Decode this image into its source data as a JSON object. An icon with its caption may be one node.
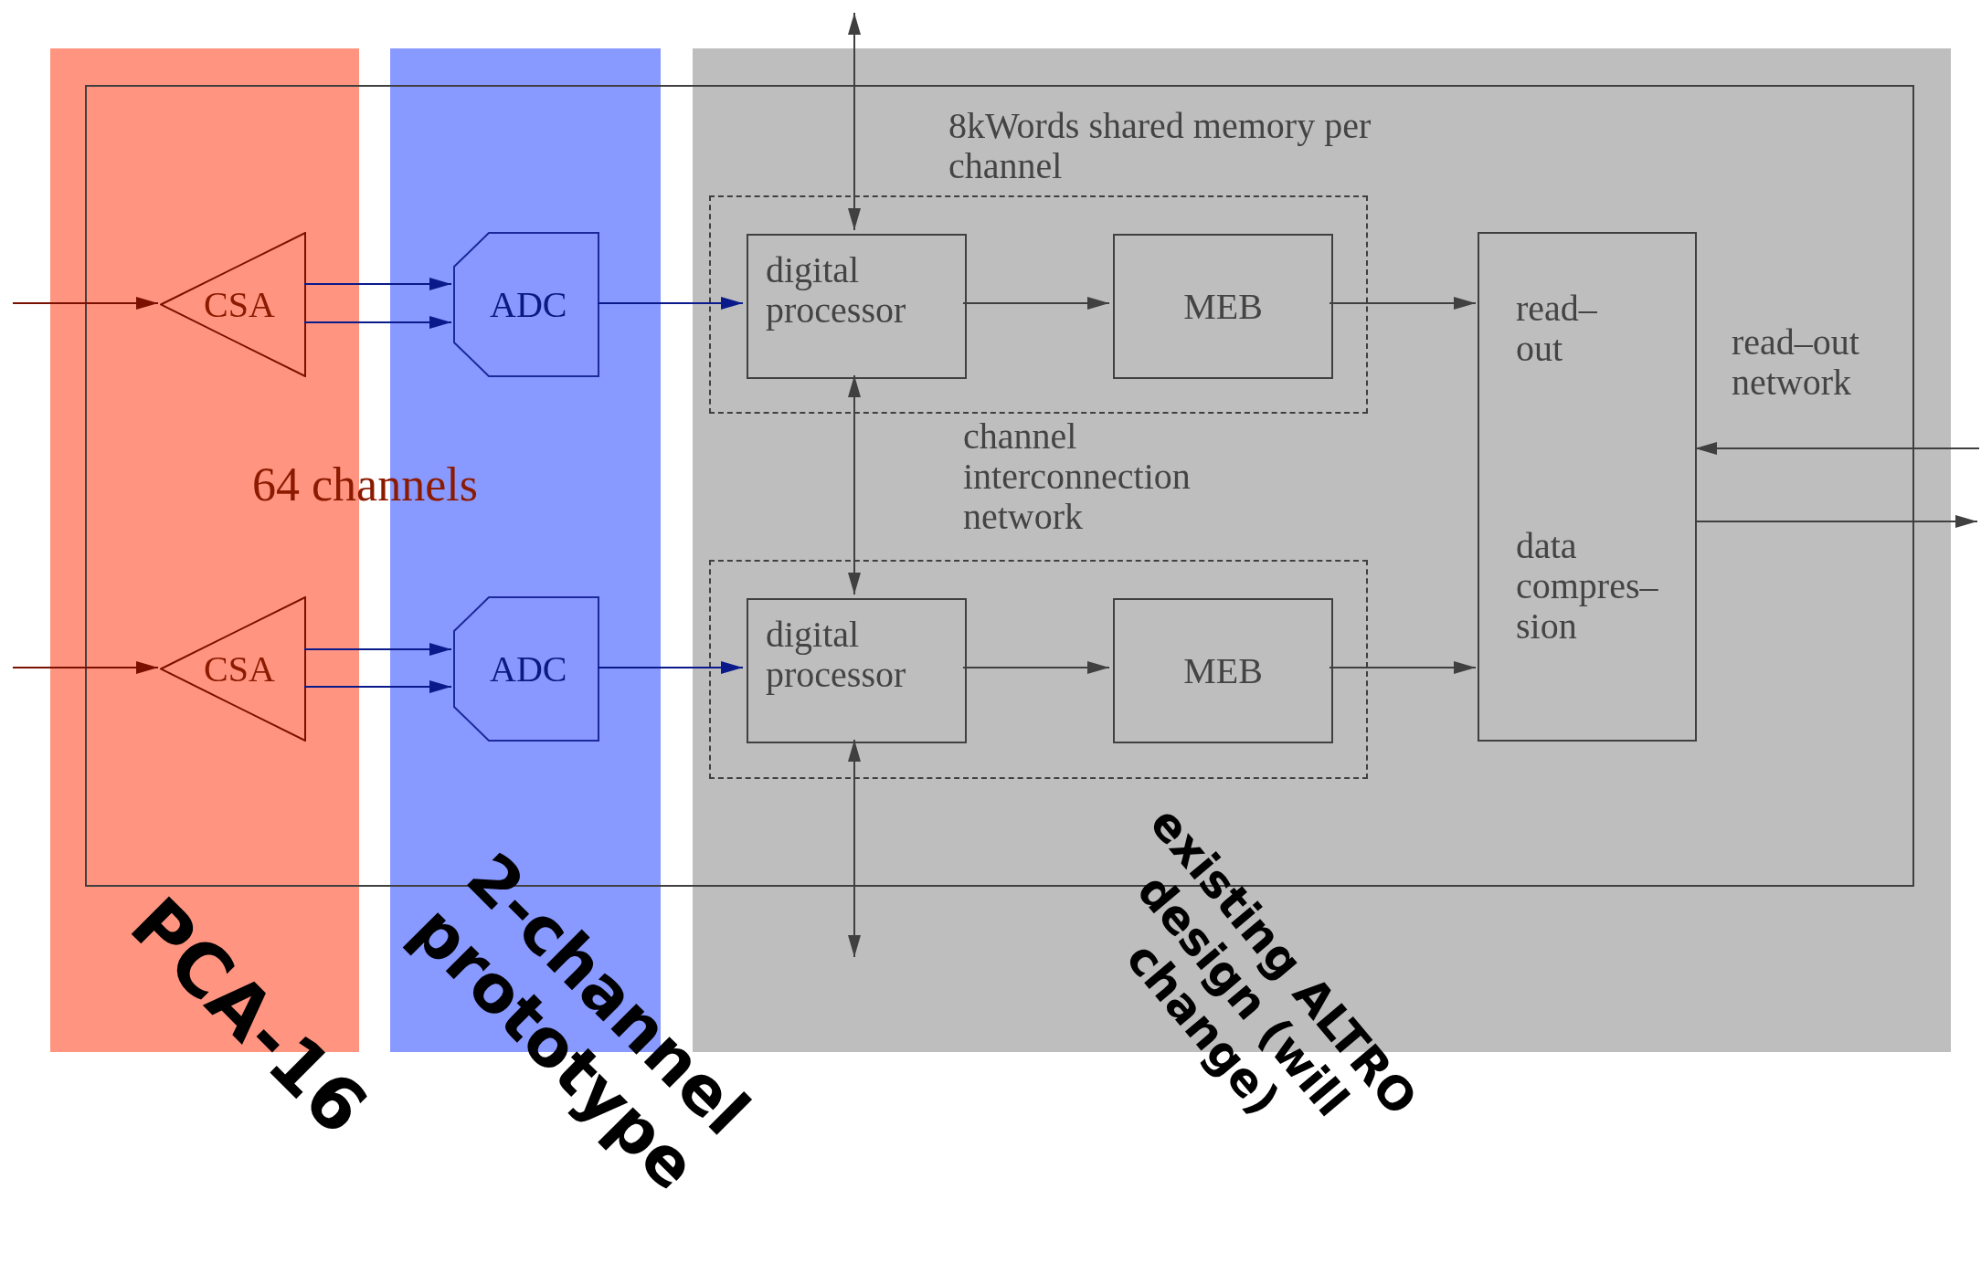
{
  "diagram": {
    "nodes": [
      {
        "text": [
          "64 channels"
        ]
      },
      {
        "text": [
          "CSA"
        ],
        "in": 0
      },
      {
        "text": [
          "ADC"
        ],
        "in": 0
      },
      {
        "text": [
          "8kWords shared memory per channel"
        ],
        "in": 0
      },
      {
        "text": [
          "digital processor"
        ],
        "in": 3
      },
      {
        "text": [
          "MEB"
        ],
        "in": 3
      },
      {
        "text": [
          "read– out",
          "data compres– sion"
        ],
        "in": 0
      },
      {
        "text": [
          "CSA"
        ],
        "in": 0
      },
      {
        "text": [
          "ADC"
        ],
        "in": 0
      },
      {
        "text": [],
        "shape": "box",
        "in": 0
      },
      {
        "text": [
          "digital processor"
        ],
        "in": 9
      },
      {
        "text": [
          "MEB"
        ],
        "in": 9
      }
    ],
    "edges": [
      {
        "from": null,
        "to": 1,
        "arrow": "to",
        "color": "#7a1000"
      },
      {
        "from": 1,
        "to": 2,
        "arrow": "to",
        "color": "#0a1a8a"
      },
      {
        "from": 1,
        "to": 2,
        "arrow": "to",
        "color": "#0a1a8a"
      },
      {
        "from": 2,
        "to": 4,
        "arrow": "to",
        "color": "#0a1a8a"
      },
      {
        "from": 4,
        "to": 5,
        "arrow": "to"
      },
      {
        "from": 5,
        "to": 6,
        "arrow": "to"
      },
      {
        "from": null,
        "to": 7,
        "arrow": "to",
        "color": "#7a1000"
      },
      {
        "from": 7,
        "to": 8,
        "arrow": "to",
        "color": "#0a1a8a"
      },
      {
        "from": 7,
        "to": 8,
        "arrow": "to",
        "color": "#0a1a8a"
      },
      {
        "from": 8,
        "to": 10,
        "arrow": "to",
        "color": "#0a1a8a"
      },
      {
        "from": 10,
        "to": 11,
        "arrow": "to"
      },
      {
        "from": 11,
        "to": 6,
        "arrow": "to"
      },
      {
        "from": null,
        "to": 4,
        "arrow": "both"
      },
      {
        "from": 4,
        "to": 10,
        "arrow": "both",
        "label": "channel interconnection network"
      },
      {
        "from": 10,
        "to": null,
        "arrow": "both"
      },
      {
        "from": null,
        "to": 6,
        "arrow": "to"
      },
      {
        "from": 6,
        "to": null,
        "arrow": "to"
      }
    ],
    "labels": [
      "PCA-16",
      "2-channel prototype",
      "existing ALTRO design (will change)",
      "read–out network"
    ]
  }
}
